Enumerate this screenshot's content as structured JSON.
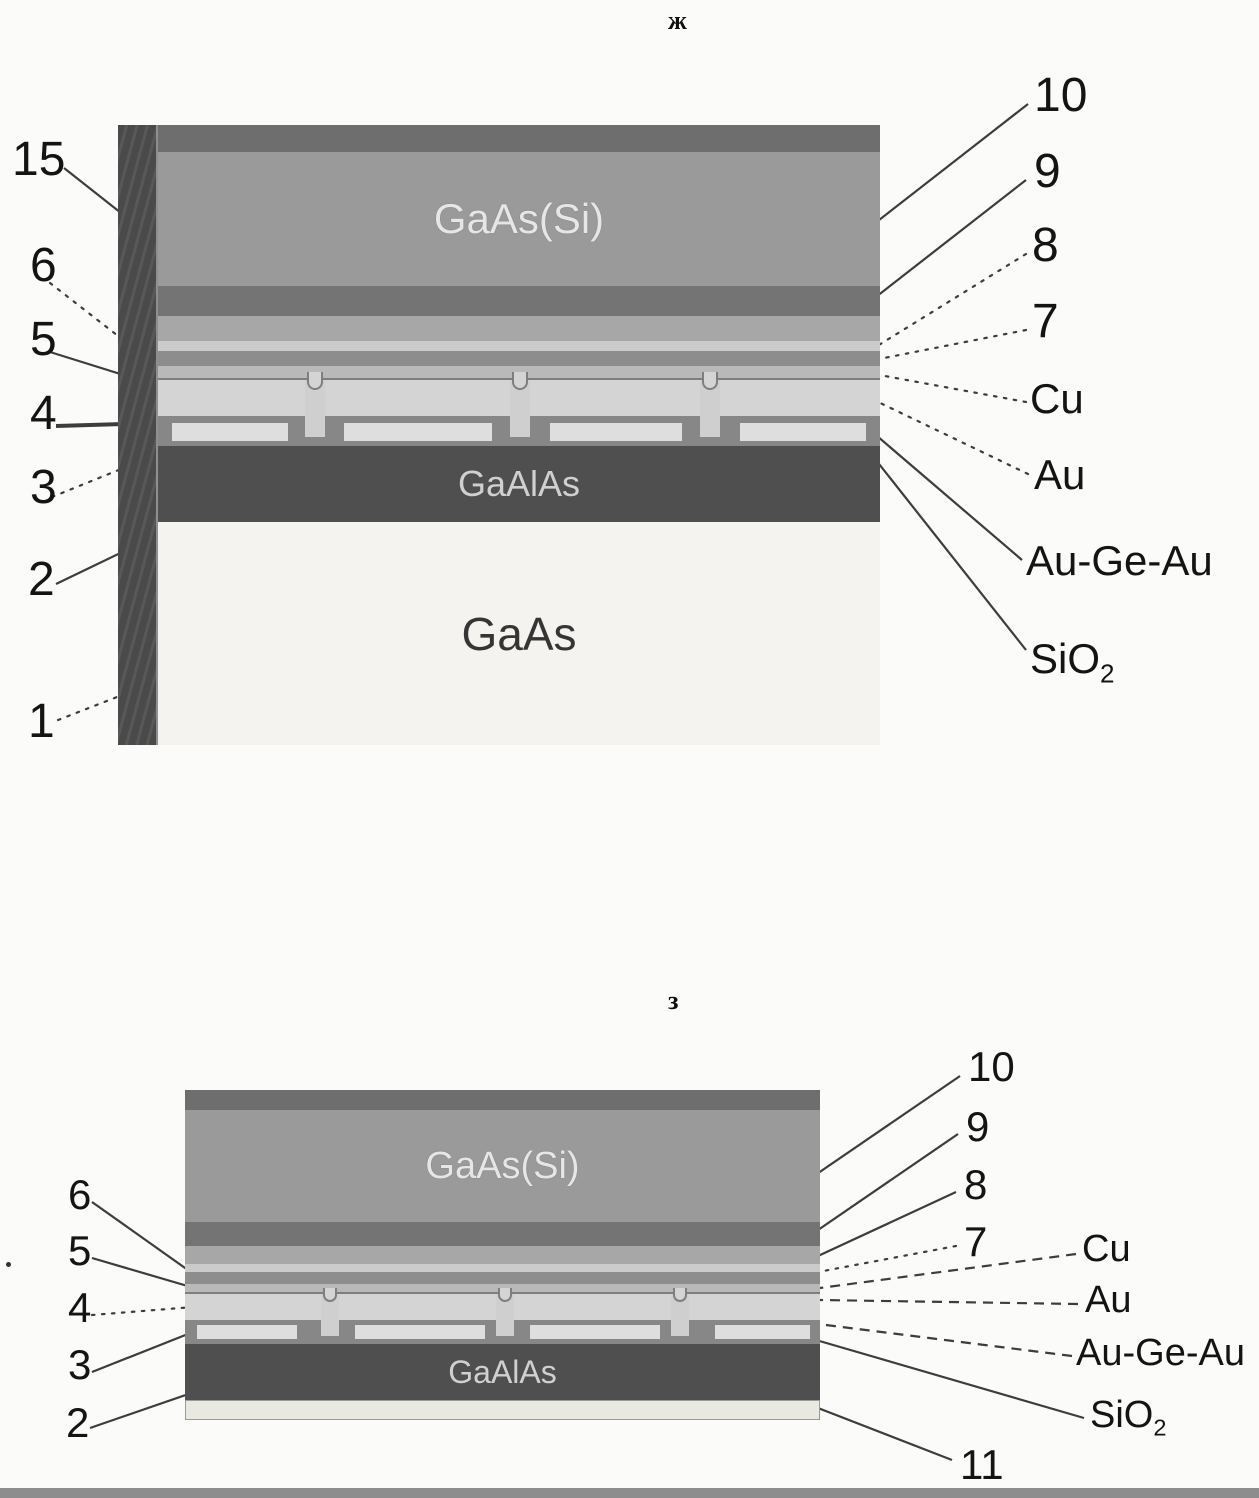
{
  "figures": [
    {
      "caption": "ж",
      "materials": {
        "wafer": "GaAs(Si)",
        "barrier": "GaAlAs",
        "substrate": "GaAs"
      },
      "left_labels": [
        {
          "text": "15"
        },
        {
          "text": "6"
        },
        {
          "text": "5"
        },
        {
          "text": "4"
        },
        {
          "text": "3"
        },
        {
          "text": "2"
        },
        {
          "text": "1"
        }
      ],
      "right_labels": [
        {
          "text": "10"
        },
        {
          "text": "9"
        },
        {
          "text": "8"
        },
        {
          "text": "7"
        },
        {
          "text": "Cu"
        },
        {
          "text": "Au"
        },
        {
          "text": "Au-Ge-Au"
        },
        {
          "text": "SiO",
          "sub": "2"
        }
      ]
    },
    {
      "caption": "з",
      "materials": {
        "wafer": "GaAs(Si)",
        "barrier": "GaAlAs"
      },
      "left_labels": [
        {
          "text": "6"
        },
        {
          "text": "5"
        },
        {
          "text": "4"
        },
        {
          "text": "3"
        },
        {
          "text": "2"
        }
      ],
      "right_labels": [
        {
          "text": "10"
        },
        {
          "text": "9"
        },
        {
          "text": "8"
        },
        {
          "text": "7"
        },
        {
          "text": "Cu"
        },
        {
          "text": "Au"
        },
        {
          "text": "Au-Ge-Au"
        },
        {
          "text": "SiO",
          "sub": "2"
        },
        {
          "text": "11"
        }
      ]
    }
  ]
}
